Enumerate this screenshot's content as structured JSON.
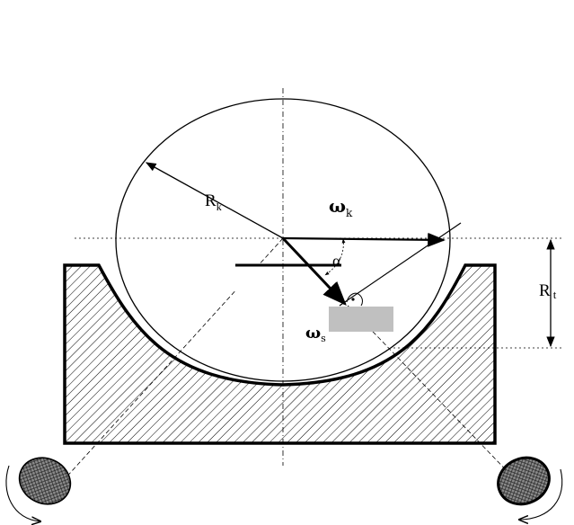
{
  "labels": {
    "rk_main": "R",
    "rk_sub": "k",
    "omega_k": "ω",
    "omega_k_sub": "k",
    "alpha": "α",
    "omega_s": "ω",
    "omega_s_sub": "s",
    "rt_main": "R",
    "rt_sub": "t"
  },
  "colors": {
    "line": "#000000",
    "hatch": "#000000",
    "highlight_box": "#c0c0c0",
    "roller_fill": "#808080",
    "background": "#ffffff"
  }
}
